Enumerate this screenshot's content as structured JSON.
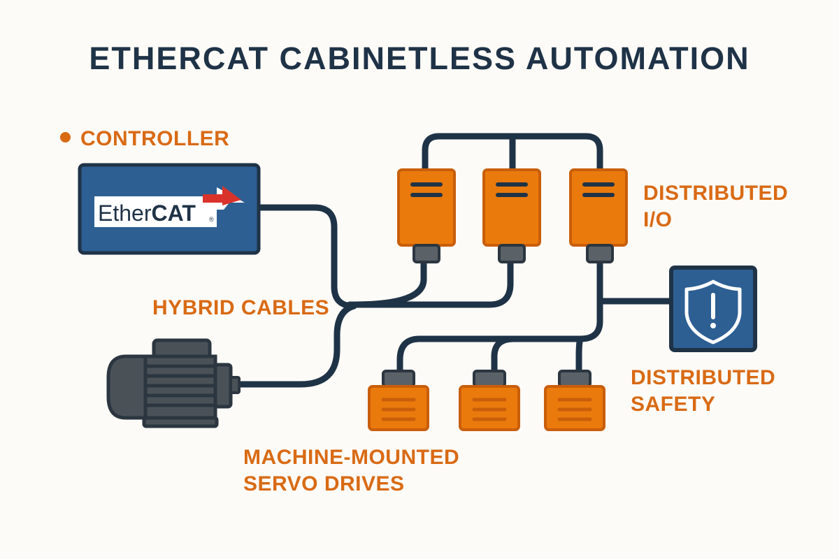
{
  "title": "ETHERCAT CABINETLESS AUTOMATION",
  "labels": {
    "controller": "CONTROLLER",
    "distributed_io_line1": "DISTRIBUTED",
    "distributed_io_line2": "I/O",
    "hybrid_cables": "HYBRID CABLES",
    "distributed_safety_line1": "DISTRIBUTED",
    "distributed_safety_line2": "SAFETY",
    "servo_line1": "MACHINE-MOUNTED",
    "servo_line2": "SERVO DRIVES"
  },
  "controller_logo": {
    "text_regular": "Ether",
    "text_bold": "CAT",
    "trademark": "®"
  },
  "icons": {
    "controller": "ethercat-logo",
    "io_module": "io-module-icon",
    "servo_drive": "servo-drive-icon",
    "motor": "motor-icon",
    "safety": "shield-exclamation-icon"
  },
  "colors": {
    "background": "#fdfbf7",
    "navy": "#1f3347",
    "orange": "#ea7a0c",
    "orange_dark": "#c95e0a",
    "label_orange": "#d96a14",
    "blue": "#2d5f93",
    "gray": "#4a5258",
    "logo_red": "#d9332b"
  },
  "io_modules": [
    {
      "id": "io-1"
    },
    {
      "id": "io-2"
    },
    {
      "id": "io-3"
    }
  ],
  "servo_drives": [
    {
      "id": "servo-1"
    },
    {
      "id": "servo-2"
    },
    {
      "id": "servo-3"
    }
  ]
}
